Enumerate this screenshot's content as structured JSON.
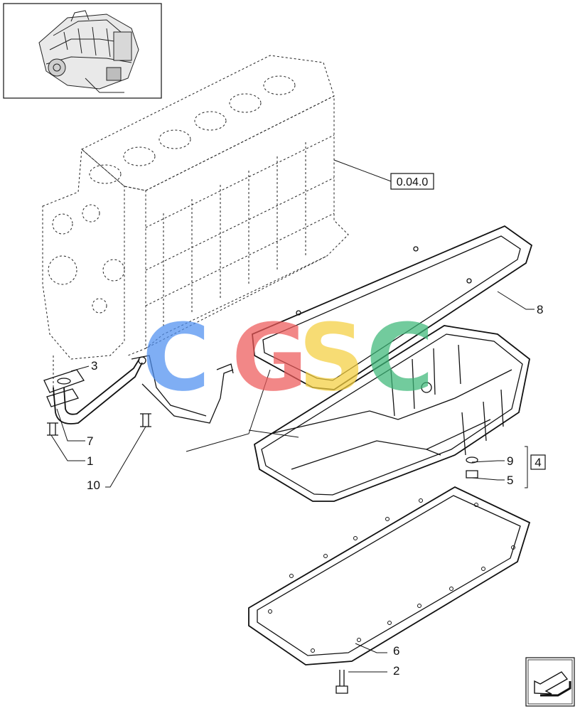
{
  "callouts": {
    "c1": "1",
    "c2": "2",
    "c3": "3",
    "c4": "4",
    "c5": "5",
    "c6": "6",
    "c7": "7",
    "c8": "8",
    "c9": "9",
    "c10": "10"
  },
  "reference_box": "0.04.0",
  "watermark": {
    "letters": [
      "C",
      "G",
      "S",
      "C"
    ],
    "colors": [
      "#4f8ff0",
      "#ee5a5a",
      "#f5cf3f",
      "#3cb878"
    ]
  },
  "nav_arrow_icon": "next-page-arrow-icon"
}
